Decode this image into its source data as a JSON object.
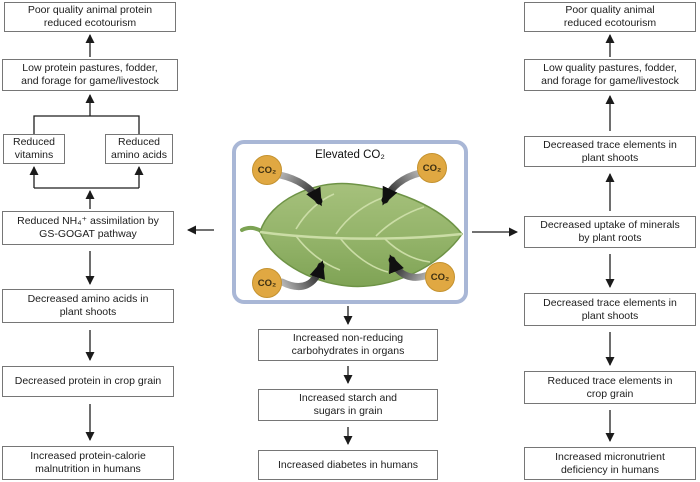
{
  "diagram": {
    "center_panel": {
      "title": "Elevated CO₂",
      "co2_badge": "CO₂",
      "colors": {
        "panel_border": "#a9b7d6",
        "co2_circle": "#e0a842",
        "leaf_green": "#93b369",
        "leaf_vein": "#cbdda6",
        "arrow_black": "#141414",
        "box_border": "#767676"
      }
    },
    "left_flow": {
      "boxes": [
        "Poor quality animal protein\nreduced ecotourism",
        "Low protein pastures, fodder,\nand forage for game/livestock",
        "Reduced\nvitamins",
        "Reduced\namino acids",
        "Reduced NH₄⁺ assimilation by\nGS-GOGAT pathway",
        "Decreased amino acids in\nplant shoots",
        "Decreased protein in crop grain",
        "Increased protein-calorie\nmalnutrition in humans"
      ]
    },
    "bottom_flow": {
      "boxes": [
        "Increased non-reducing\ncarbohydrates in organs",
        "Increased starch and\nsugars in grain",
        "Increased diabetes in humans"
      ]
    },
    "right_flow": {
      "boxes": [
        "Poor quality animal\nreduced ecotourism",
        "Low quality pastures, fodder,\nand forage for game/livestock",
        "Decreased trace elements in\nplant shoots",
        "Decreased uptake of minerals\nby plant roots",
        "Decreased trace elements in\nplant shoots",
        "Reduced trace elements in\ncrop grain",
        "Increased micronutrient\ndeficiency in humans"
      ]
    }
  }
}
